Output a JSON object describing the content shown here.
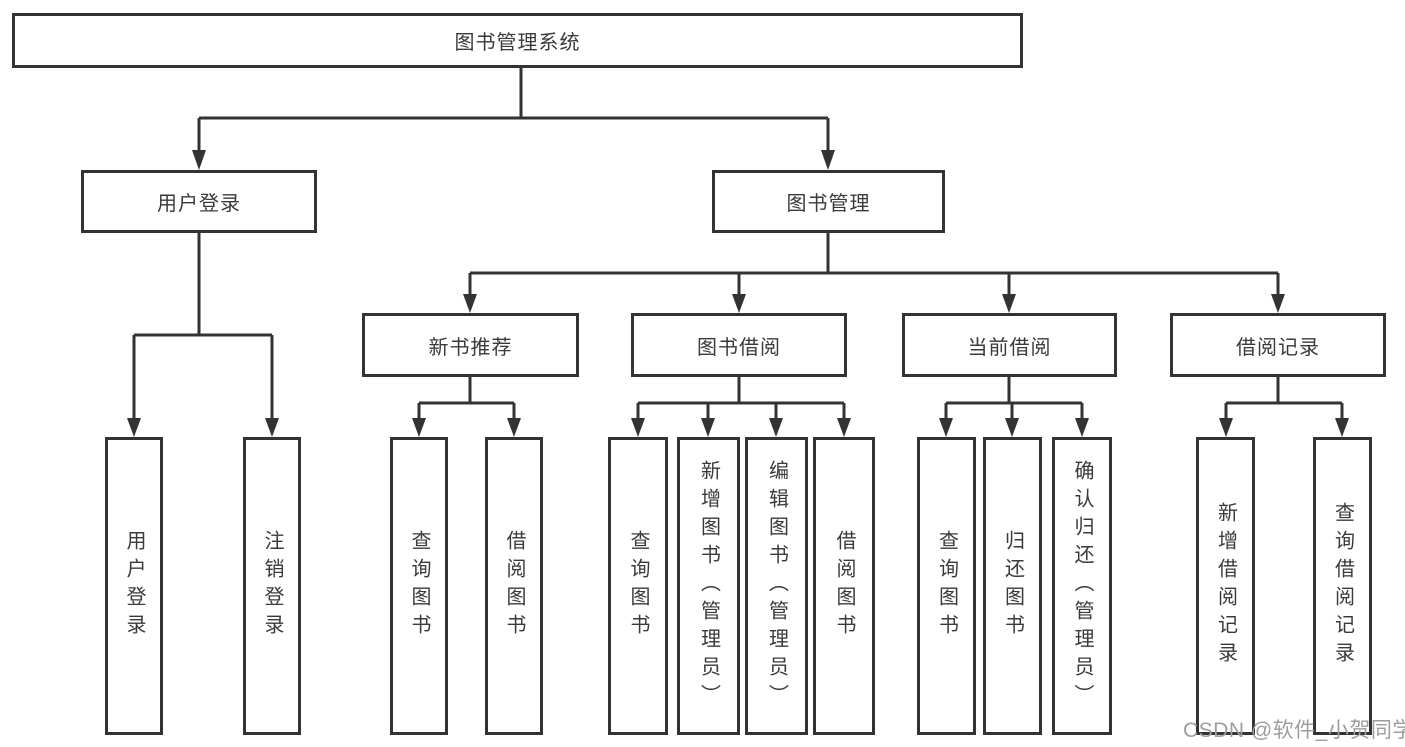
{
  "diagram_title": "图书管理系统",
  "colors": {
    "line": "#333333",
    "box_border": "#333333",
    "box_fill": "#ffffff",
    "background": "#ffffff",
    "text": "#3a3a3a",
    "watermark": "#9e9e9e"
  },
  "tree": {
    "root": {
      "label": "图书管理系统"
    },
    "branches": [
      {
        "label": "用户登录",
        "children": [
          {
            "label": "用户登录"
          },
          {
            "label": "注销登录"
          }
        ]
      },
      {
        "label": "图书管理",
        "sections": [
          {
            "label": "新书推荐",
            "children": [
              {
                "label": "查询图书"
              },
              {
                "label": "借阅图书"
              }
            ]
          },
          {
            "label": "图书借阅",
            "children": [
              {
                "label": "查询图书"
              },
              {
                "label": "新增图书（管理员）"
              },
              {
                "label": "编辑图书（管理员）"
              },
              {
                "label": "借阅图书"
              }
            ]
          },
          {
            "label": "当前借阅",
            "children": [
              {
                "label": "查询图书"
              },
              {
                "label": "归还图书"
              },
              {
                "label": "确认归还（管理员）"
              }
            ]
          },
          {
            "label": "借阅记录",
            "children": [
              {
                "label": "新增借阅记录"
              },
              {
                "label": "查询借阅记录"
              }
            ]
          }
        ]
      }
    ]
  },
  "watermark": {
    "text": "CSDN @软件_小贺同学"
  }
}
